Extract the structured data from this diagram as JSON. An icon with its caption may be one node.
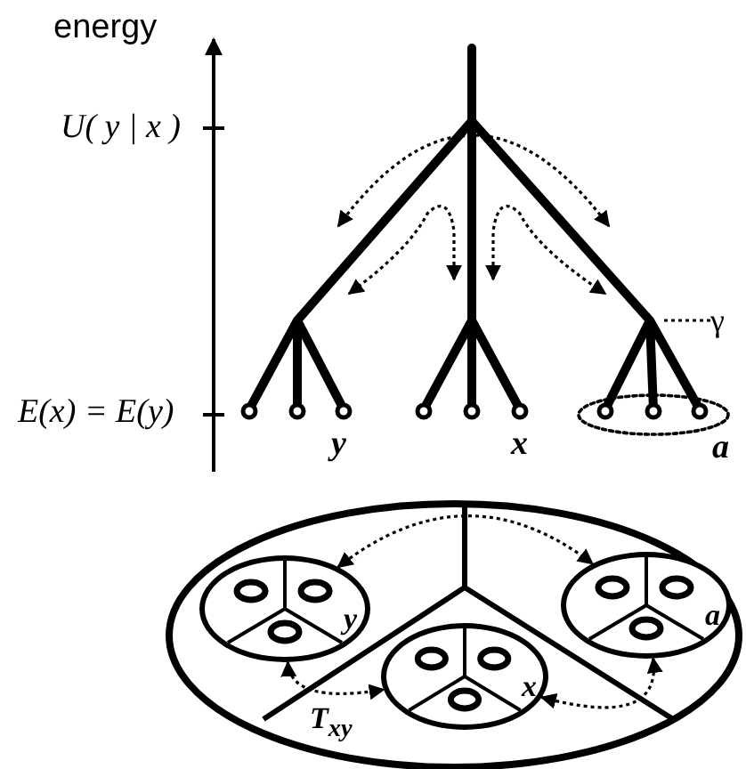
{
  "diagram": {
    "nodes": [
      {
        "text": [
          "y"
        ]
      },
      {
        "text": [
          "x"
        ]
      },
      {
        "text": [
          "a"
        ]
      },
      {
        "text": [
          "γ"
        ]
      }
    ],
    "edges": [
      {
        "from": 0,
        "to": 2,
        "arrow": "both",
        "style": "dashed"
      },
      {
        "from": 0,
        "to": 1,
        "arrow": "both",
        "style": "dashed"
      },
      {
        "from": 1,
        "to": 2,
        "arrow": "both",
        "style": "dashed"
      },
      {
        "from": 3,
        "to": null,
        "arrow": "none",
        "style": "dashed"
      }
    ],
    "labels": [
      "energy",
      "U( y | x )",
      "E(x) = E(y)",
      "y",
      "x",
      "a",
      "T$_{xy}$"
    ]
  }
}
